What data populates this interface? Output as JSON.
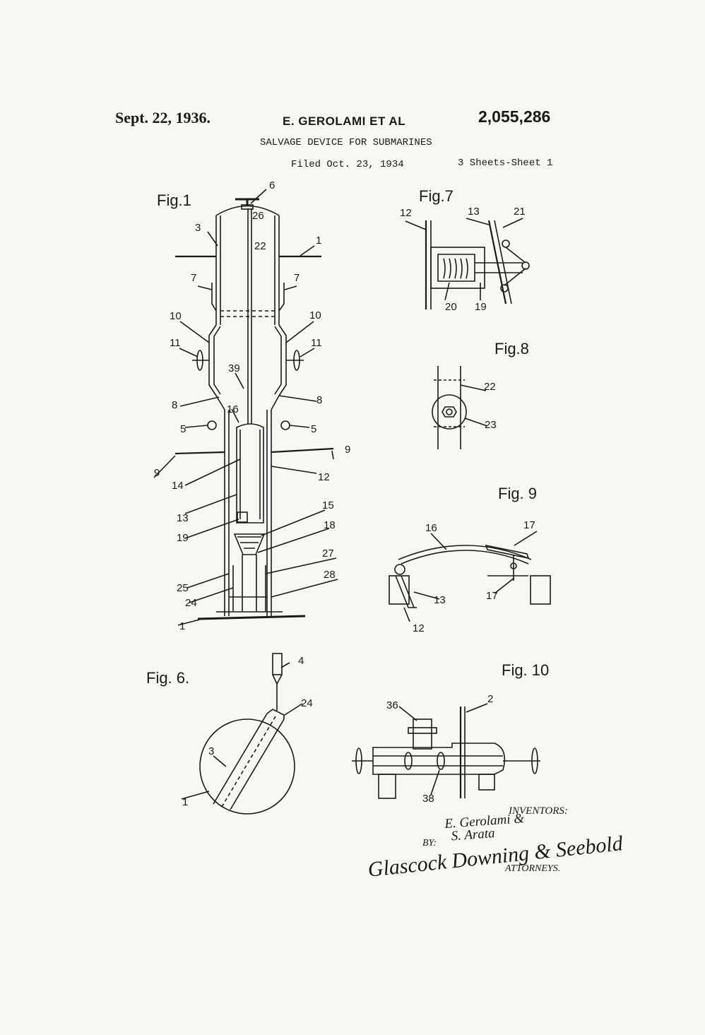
{
  "header": {
    "date": "Sept. 22, 1936.",
    "inventor": "E. GEROLAMI ET AL",
    "patent_number": "2,055,286",
    "title": "SALVAGE DEVICE FOR SUBMARINES",
    "filed": "Filed Oct. 23, 1934",
    "sheets": "3 Sheets-Sheet 1"
  },
  "figures": {
    "fig1": "Fig.1",
    "fig6": "Fig. 6.",
    "fig7": "Fig.7",
    "fig8": "Fig.8",
    "fig9": "Fig. 9",
    "fig10": "Fig. 10"
  },
  "refs": {
    "r1": "1",
    "r2": "2",
    "r3": "3",
    "r4": "4",
    "r5": "5",
    "r6": "6",
    "r7": "7",
    "r8": "8",
    "r9": "9",
    "r10": "10",
    "r11": "11",
    "r12": "12",
    "r13": "13",
    "r14": "14",
    "r15": "15",
    "r16": "16",
    "r17": "17",
    "r18": "18",
    "r19": "19",
    "r20": "20",
    "r21": "21",
    "r22": "22",
    "r23": "23",
    "r24": "24",
    "r25": "25",
    "r26": "26",
    "r27": "27",
    "r28": "28",
    "r36": "36",
    "r38": "38",
    "r39": "39"
  },
  "signatures": {
    "inventors_label": "INVENTORS:",
    "inventor_names_1": "E. Gerolami &",
    "inventor_names_2": "S. Arata",
    "by": "BY:",
    "attorney_signature": "Glascock Downing & Seebold",
    "attorneys_label": "ATTORNEYS."
  }
}
